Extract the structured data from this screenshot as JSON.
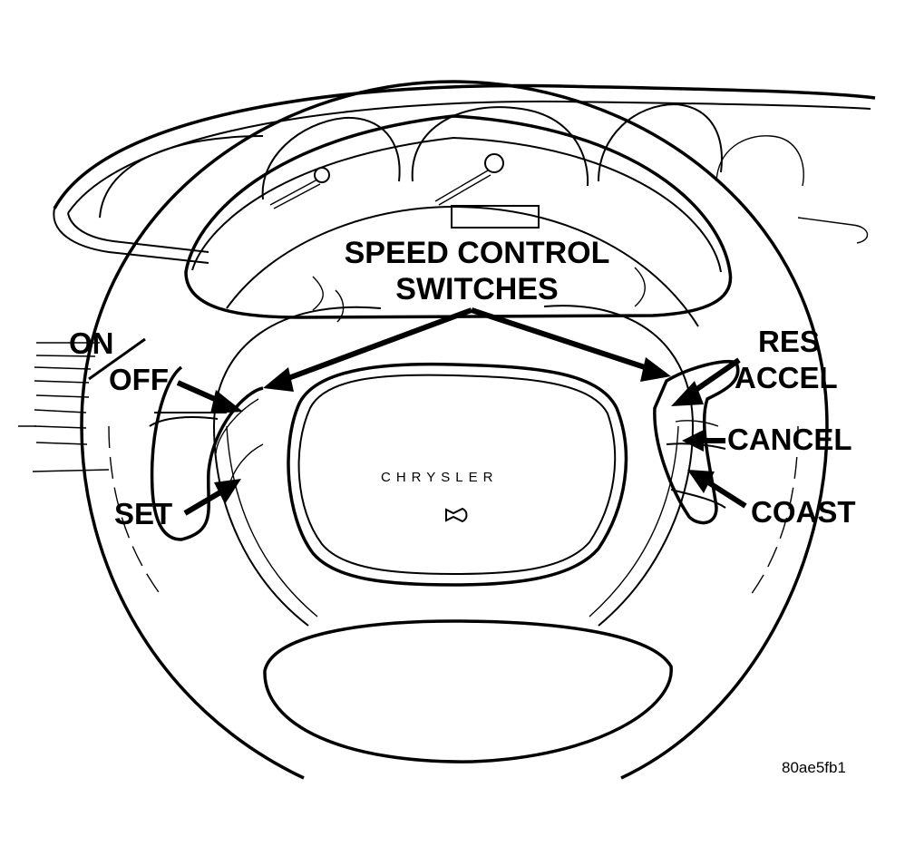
{
  "diagram": {
    "brand_text": "CHRYSLER",
    "figure_id": "80ae5fb1",
    "labels": {
      "speed_control_line1": "SPEED CONTROL",
      "speed_control_line2": "SWITCHES",
      "on": "ON",
      "off": "OFF",
      "set": "SET",
      "res": "RES",
      "accel": "ACCEL",
      "cancel": "CANCEL",
      "coast": "COAST"
    },
    "icons": [
      "steering-wheel-icon",
      "airbag-cover-icon",
      "instrument-cluster-icon",
      "horn-icon"
    ]
  }
}
